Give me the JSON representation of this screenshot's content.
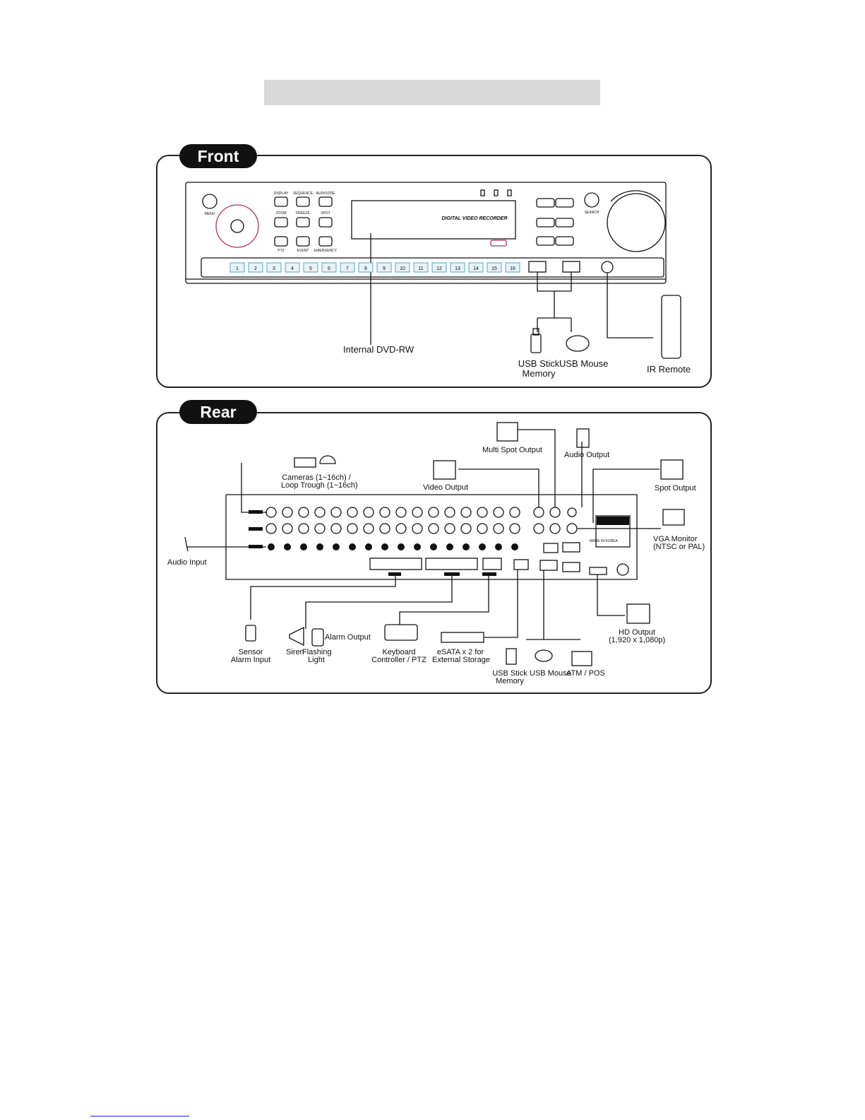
{
  "tabs": {
    "front": "Front",
    "rear": "Rear"
  },
  "front": {
    "device_text": "DIGITAL VIDEO RECORDER",
    "buttons_top": [
      "DISPLAY",
      "SEQUENCE",
      "AUDIO/2DE"
    ],
    "buttons_mid": [
      "ZOOM",
      "FREEZE",
      "SPOT"
    ],
    "buttons_bot": [
      "PTZ",
      "EVENT",
      "EMERGENCY"
    ],
    "menu_label": "MENU",
    "search_label": "SEARCH",
    "channels": [
      "1",
      "2",
      "3",
      "4",
      "5",
      "6",
      "7",
      "8",
      "9",
      "10",
      "11",
      "12",
      "13",
      "14",
      "15",
      "16"
    ],
    "labels": {
      "dvd": "Internal DVD-RW",
      "usb_stick": "USB Stick\nMemory",
      "usb_stick_1": "USB Stick",
      "usb_stick_2": "Memory",
      "usb_mouse": "USB Mouse",
      "ir_remote": "IR Remote"
    }
  },
  "rear": {
    "labels": {
      "cameras_1": "Cameras (1~16ch) /",
      "cameras_2": "Loop Trough (1~16ch)",
      "audio_input": "Audio Input",
      "video_output": "Video Output",
      "multi_spot": "Multi Spot Output",
      "audio_output": "Audio Output",
      "spot_output": "Spot Output",
      "vga_1": "VGA Monitor",
      "vga_2": "(NTSC or PAL)",
      "hd_1": "HD Output",
      "hd_2": "(1,920 x 1,080p)",
      "sensor_1": "Sensor",
      "sensor_2": "Alarm Input",
      "siren": "Siren",
      "flashing_1": "Flashing",
      "flashing_2": "Light",
      "alarm_output": "Alarm Output",
      "keyboard_1": "Keyboard",
      "keyboard_2": "Controller / PTZ",
      "esata_1": "eSATA x 2 for",
      "esata_2": "External Storage",
      "usb_stick_1": "USB Stick",
      "usb_stick_2": "Memory",
      "usb_mouse": "USB Mouse",
      "atm": "ATM / POS",
      "made_in": "MADE IN KOREA"
    }
  }
}
